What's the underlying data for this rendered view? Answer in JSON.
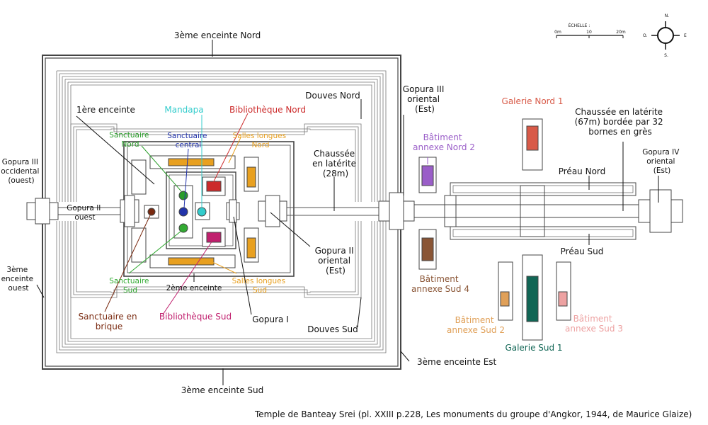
{
  "colors": {
    "mandapa": "#33cccc",
    "bibliotheque_nord": "#cc2b2b",
    "bibliotheque_sud": "#c0206e",
    "sanctuaire_nord": "#2a9d2a",
    "sanctuaire_sud": "#33aa33",
    "sanctuaire_central": "#2233aa",
    "sanctuaires_lateraux": "#2f8f2f",
    "salles_longues": "#e8a020",
    "salle_longue_ouest": "#ffffff",
    "sanctuaire_brique": "#7a2a10",
    "galerie_nord_1": "#d85a48",
    "galerie_sud_1": "#116655",
    "batiment_nord_2": "#9a5ec8",
    "batiment_sud_4": "#8a5535",
    "batiment_sud_2": "#e0a058",
    "batiment_sud_3": "#eda2a2",
    "plan_lines": "#444444"
  },
  "labels": {
    "enceinte3_nord": "3ème enceinte Nord",
    "enceinte3_sud": "3ème enceinte Sud",
    "enceinte3_est": "3ème enceinte Est",
    "enceinte3_ouest": [
      "3ème",
      "enceinte",
      "ouest"
    ],
    "douves_nord": "Douves Nord",
    "douves_sud": "Douves Sud",
    "gopura3_occidental": [
      "Gopura III",
      "occidental",
      "(ouest)"
    ],
    "gopura2_ouest": [
      "Gopura II",
      "ouest"
    ],
    "enceinte1": "1ère enceinte",
    "mandapa": "Mandapa",
    "bibliotheque_nord": "Bibliothèque Nord",
    "sanctuaire_nord": [
      "Sanctuaire",
      "Nord"
    ],
    "sanctuaire_central": [
      "Sanctuaire",
      "central"
    ],
    "salles_longues_nord": [
      "Salles longues",
      "Nord"
    ],
    "sanctuaire_sud": [
      "Sanctuaire",
      "Sud"
    ],
    "enceinte2": "2ème enceinte",
    "salles_longues_sud": [
      "Salles longues",
      "Sud"
    ],
    "sanctuaire_brique": [
      "Sanctuaire en",
      "brique"
    ],
    "bibliotheque_sud": "Bibliothèque Sud",
    "gopura1": "Gopura I",
    "chaussee_28": [
      "Chaussée",
      "en latérite",
      "(28m)"
    ],
    "gopura2_oriental": [
      "Gopura II",
      "oriental",
      "(Est)"
    ],
    "gopura3_oriental": [
      "Gopura III",
      "oriental",
      "(Est)"
    ],
    "batiment_nord_2": [
      "Bâtiment",
      "annexe Nord 2"
    ],
    "batiment_sud_4": [
      "Bâtiment",
      "annexe Sud 4"
    ],
    "galerie_nord_1": "Galerie Nord 1",
    "chaussee_67": [
      "Chaussée en latérite",
      "(67m) bordée par 32",
      "bornes en grès"
    ],
    "gopura4_oriental": [
      "Gopura IV",
      "oriental",
      "(Est)"
    ],
    "preau_nord": "Préau Nord",
    "preau_sud": "Préau Sud",
    "batiment_sud_2": [
      "Bâtiment",
      "annexe Sud 2"
    ],
    "galerie_sud_1": "Galerie Sud 1",
    "batiment_sud_3": [
      "Bâtiment",
      "annexe Sud 3"
    ]
  },
  "scale_bar": {
    "title": "ÉCHELLE :",
    "ticks": [
      "0m",
      "10",
      "20m"
    ]
  },
  "compass": {
    "n": "N.",
    "s": "S.",
    "e": "E",
    "o": "O."
  },
  "caption": "Temple de Banteay Srei (pl. XXIII p.228, Les monuments du groupe d'Angkor, 1944, de Maurice Glaize)"
}
